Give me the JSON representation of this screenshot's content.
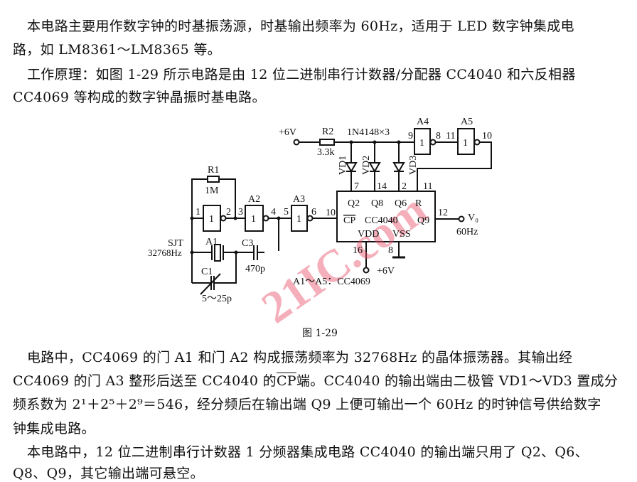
{
  "intro": {
    "p1_line1": "本电路主要用作数字钟的时基振荡源，时基输出频率为 60Hz，适用于 LED 数字钟集成电",
    "p1_line2": "路，如 LM8361～LM8365 等。",
    "p2_line1": "工作原理：如图 1-29 所示电路是由 12 位二进制串行计数器/分配器 CC4040 和六反相器",
    "p2_line2": "CC4069 等构成的数字钟晶振时基电路。"
  },
  "figure": {
    "caption": "图 1-29",
    "watermark": "21IC.com",
    "labels": {
      "vplus_top": "+6V",
      "r2": "R2",
      "r2_value": "3.3k",
      "diodes": "1N4148×3",
      "a4": "A4",
      "a5": "A5",
      "vd1": "VD1",
      "vd2": "VD2",
      "vd3": "VD3",
      "r1": "R1",
      "r1_value": "1M",
      "a2": "A2",
      "a3": "A3",
      "sjt": "SJT",
      "sjt_freq": "32768Hz",
      "a1": "A1",
      "c3": "C3",
      "c3_value": "470p",
      "c1": "C1",
      "c1_value": "5～25p",
      "gate": "1",
      "ic_name": "CC4040",
      "q2": "Q2",
      "q8": "Q8",
      "q6": "Q6",
      "r": "R",
      "cp": "CP",
      "q9": "Q9",
      "vdd": "VDD",
      "vss": "VSS",
      "vo": "V₀",
      "vo_freq": "60Hz",
      "vplus_bottom": "+6V",
      "note": "A1～A5：CC4069"
    },
    "pins": {
      "p1": "1",
      "p2": "2",
      "p3": "3",
      "p4": "4",
      "p5": "5",
      "p6": "6",
      "p7": "7",
      "p8": "8",
      "p9": "9",
      "p10": "10",
      "p11": "11",
      "p12": "12",
      "p14": "14",
      "p16": "16",
      "p2ic": "2",
      "p8a": "8",
      "p10a": "10",
      "p11a": "11"
    }
  },
  "body": {
    "p3_line1": "电路中，CC4069 的门 A1 和门 A2 构成振荡频率为 32768Hz 的晶体振荡器。其输出经",
    "p3_line2_a": "CC4069 的门 A3 整形后送至 CC4040 的",
    "p3_line2_cp": "CP",
    "p3_line2_b": "端。CC4040 的输出端由二极管 VD1～VD3 置成分",
    "p3_line3": "频系数为 2¹＋2⁵＋2⁹＝546，经分频后在输出端 Q9 上便可输出一个 60Hz 的时钟信号供给数字",
    "p3_line4": "钟集成电路。",
    "p4_line1": "本电路中，12 位二进制串行计数器 1 分频器集成电路 CC4040 的输出端只用了 Q2、Q6、",
    "p4_line2": "Q8、Q9，其它输出端可悬空。"
  }
}
